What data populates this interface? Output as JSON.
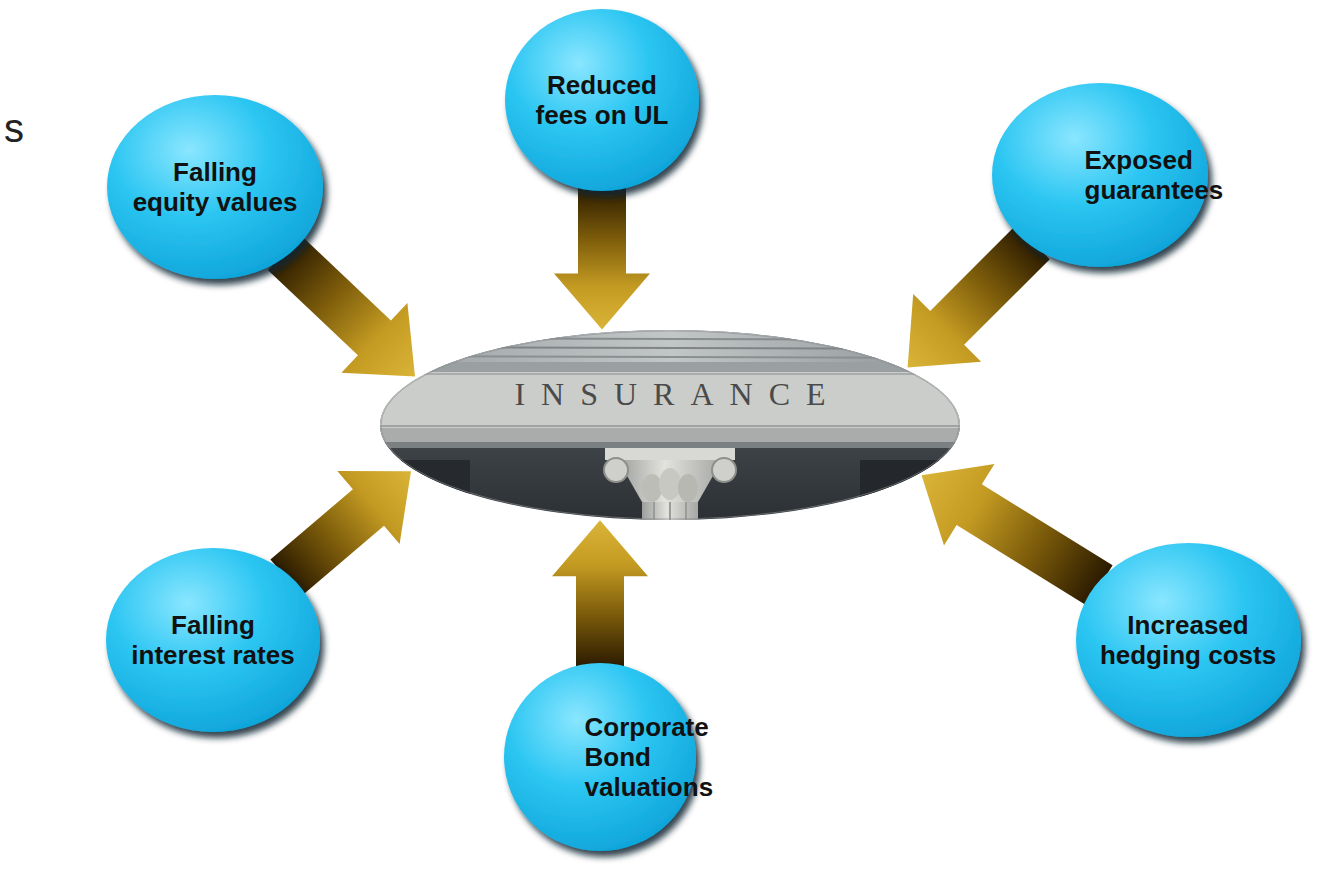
{
  "diagram": {
    "nodes": [
      {
        "text": [
          "Falling equity values"
        ]
      },
      {
        "text": [
          "Reduced fees on UL"
        ]
      },
      {
        "text": [
          "Exposed guarantees"
        ]
      },
      {
        "text": [
          "Falling interest rates"
        ]
      },
      {
        "text": [
          "Corporate Bond valuations"
        ]
      },
      {
        "text": [
          "Increased hedging costs"
        ]
      },
      {
        "text": [
          "INSURANCE"
        ]
      }
    ],
    "edges": [
      {
        "from": 0,
        "to": 6,
        "arrow": "to"
      },
      {
        "from": 1,
        "to": 6,
        "arrow": "to"
      },
      {
        "from": 2,
        "to": 6,
        "arrow": "to"
      },
      {
        "from": 3,
        "to": 6,
        "arrow": "to"
      },
      {
        "from": 4,
        "to": 6,
        "arrow": "to"
      },
      {
        "from": 5,
        "to": 6,
        "arrow": "to"
      }
    ],
    "labels": [
      "s"
    ]
  }
}
